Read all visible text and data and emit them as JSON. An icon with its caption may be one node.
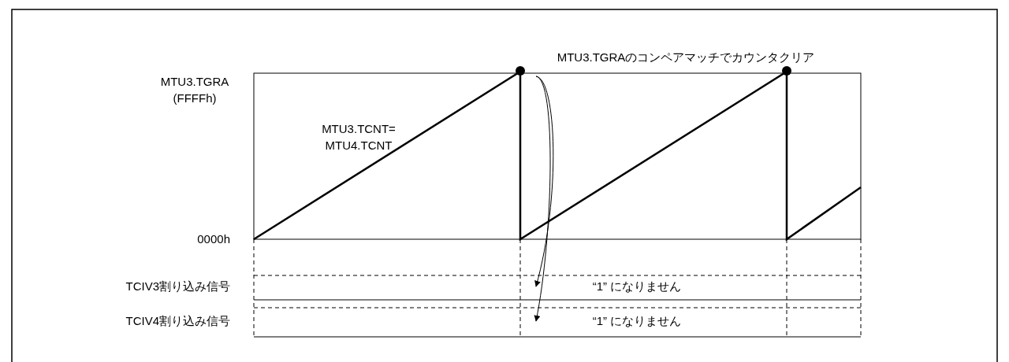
{
  "diagram": {
    "nodes": [
      {
        "text": [],
        "shape": "circle"
      },
      {
        "text": [],
        "shape": "circle"
      },
      {
        "text": [
          "“1” になりません"
        ]
      },
      {
        "text": [
          "“1” になりません"
        ]
      }
    ],
    "edges": [
      {
        "from": 0,
        "to": 2,
        "arrow": "to"
      },
      {
        "from": 0,
        "to": 3,
        "arrow": "to"
      }
    ],
    "labels": [
      "MTU3.TGRAのコンペアマッチでカウンタクリア",
      "MTU3.TGRA (FFFFh)",
      "MTU3.TCNT= MTU4.TCNT",
      "0000h",
      "TCIV3割り込み信号",
      "TCIV4割り込み信号"
    ]
  }
}
